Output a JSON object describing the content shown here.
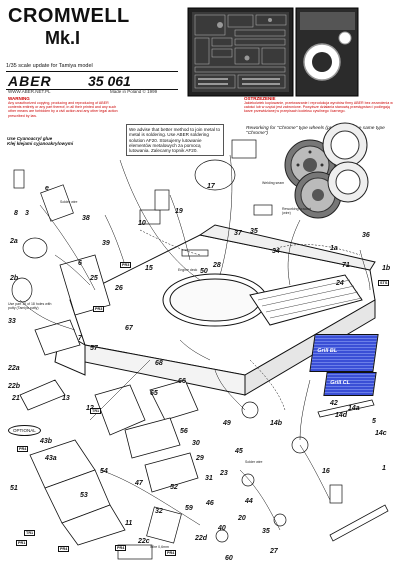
{
  "header": {
    "title": "CROMWELL",
    "subtitle": "Mk.I",
    "scale_text": "1/35 scale update for Tamiya model",
    "brand": "ABER",
    "catalog": "35 061",
    "url": "WWW.ABER.NET.PL",
    "made": "Made in Poland © 1999"
  },
  "warning": {
    "en_title": "WARNING",
    "en_text": "Any unauthorized copying, producing and reproducing of ABER contents entirely or any part thereof, in all their printed and any such other means are forbidden by a civil action and any other legal action prescribed by law.",
    "pl_title": "OSTRZEŻENIE",
    "pl_text": "Jakiekolwiek kopiowanie, przetwarzanie i reprodukcja wyrobów firmy ABER bez zezwolenia w całości lub w części jest zabronione. Powyższe działania stanowią przestępstwo i podlegają karze przewidzianej w przepisach kodeksu cywilnego i karnego."
  },
  "notes": {
    "solder": "We advise that better method to join metal to metal is soldering. Use ABER soldering solution AF20. Stosujemy lutowanie elementów metalowych za pomocą lutowania. Zalecamy topnik AF20.",
    "glue": "Use Cyanoacryl glue\nKlej klejami cyjanoakrylowymi",
    "rework": "Reworking for \"Chrome\" type wheels (procedure is the same type \"Chrome\")"
  },
  "labels": {
    "grill_bl": "Grill BL",
    "grill_cl": "Grill CL",
    "optional": "OPTIONAL",
    "cap_1": "Use part 15 of 18 holes with putty (Tamiya putty)",
    "cap_2": "Solder wire",
    "cap_3": "Reworking bracket (wire)",
    "cap_4": "Engine deck",
    "cap_5": "Welding seam",
    "cap_6": "Solder wire",
    "cap_7": "Wire 0,6mm"
  },
  "part_numbers": [
    "3",
    "38",
    "e",
    "8",
    "2a",
    "2b",
    "6",
    "10",
    "39",
    "17",
    "19",
    "37",
    "35",
    "34",
    "36",
    "71",
    "1a",
    "1b",
    "28",
    "50",
    "26",
    "15",
    "21",
    "22a",
    "22b",
    "25",
    "33",
    "13",
    "12",
    "56",
    "47",
    "52",
    "31",
    "30",
    "32",
    "29",
    "11",
    "49",
    "57",
    "65",
    "66",
    "67",
    "68",
    "7",
    "43a",
    "43b",
    "51",
    "42",
    "5",
    "24",
    "54",
    "53",
    "59",
    "16",
    "20",
    "14a",
    "14b",
    "14c",
    "14d",
    "44",
    "45",
    "1",
    "60",
    "22c",
    "22d",
    "40",
    "35",
    "27",
    "23",
    "46"
  ],
  "tags": [
    "PR3",
    "PR3",
    "TR1",
    "TR1",
    "PR4",
    "STS",
    "PR4",
    "PR4",
    "PR4",
    "PR1"
  ],
  "colors": {
    "warning": "#cc0000",
    "grill": "#3a4fd6",
    "accent_blue": "#1a3fb0"
  }
}
